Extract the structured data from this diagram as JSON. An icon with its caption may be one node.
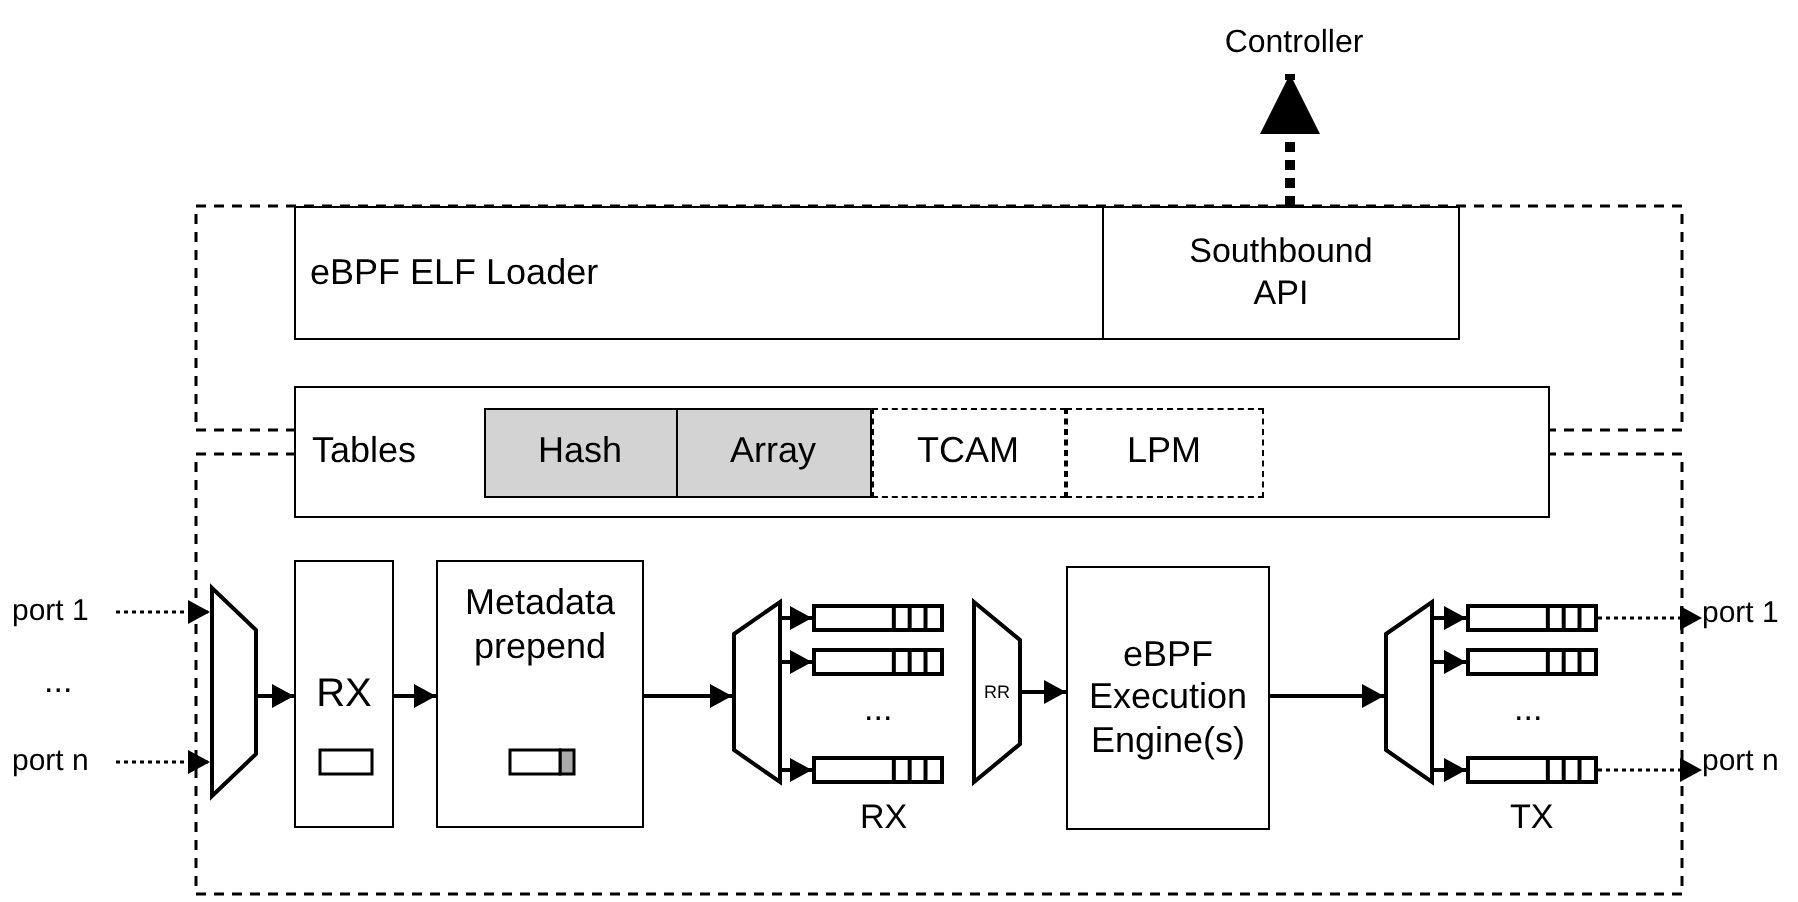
{
  "diagram": {
    "nodes": [
      {
        "text": [
          "Controller"
        ]
      },
      {
        "text": [
          "eBPF ELF Loader"
        ]
      },
      {
        "text": [
          "Southbound API"
        ]
      },
      {
        "text": [
          "Tables"
        ]
      },
      {
        "text": [
          "Hash"
        ],
        "in": 3
      },
      {
        "text": [
          "Array"
        ],
        "in": 3
      },
      {
        "text": [
          "TCAM"
        ],
        "in": 3
      },
      {
        "text": [
          "LPM"
        ],
        "in": 3
      },
      {
        "text": [
          "port 1"
        ]
      },
      {
        "text": [
          "port n"
        ]
      },
      {
        "text": [],
        "shape": "trapezoid"
      },
      {
        "text": [
          "RX"
        ]
      },
      {
        "text": [
          "Metadata prepend"
        ]
      },
      {
        "text": [],
        "shape": "trapezoid"
      },
      {
        "text": [],
        "shape": "box"
      },
      {
        "text": [],
        "shape": "box"
      },
      {
        "text": [],
        "shape": "box"
      },
      {
        "text": [
          "RR"
        ]
      },
      {
        "text": [
          "eBPF Execution Engine(s)"
        ]
      },
      {
        "text": [],
        "shape": "trapezoid"
      },
      {
        "text": [],
        "shape": "box"
      },
      {
        "text": [],
        "shape": "box"
      },
      {
        "text": [],
        "shape": "box"
      },
      {
        "text": [
          "port 1"
        ]
      },
      {
        "text": [
          "port n"
        ]
      }
    ],
    "edges": [
      {
        "from": 2,
        "to": 0,
        "arrow": "to",
        "style": "dashed"
      },
      {
        "from": 8,
        "to": 10,
        "arrow": "to",
        "style": "dashed"
      },
      {
        "from": 9,
        "to": 10,
        "arrow": "to",
        "style": "dashed"
      },
      {
        "from": 10,
        "to": 11,
        "arrow": "to"
      },
      {
        "from": 11,
        "to": 12,
        "arrow": "to"
      },
      {
        "from": 12,
        "to": 13,
        "arrow": "to"
      },
      {
        "from": 13,
        "to": 14,
        "arrow": "to"
      },
      {
        "from": 13,
        "to": 15,
        "arrow": "to"
      },
      {
        "from": 13,
        "to": 16,
        "arrow": "to"
      },
      {
        "from": 17,
        "to": 18,
        "arrow": "to"
      },
      {
        "from": 18,
        "to": 19,
        "arrow": "to"
      },
      {
        "from": 19,
        "to": 20,
        "arrow": "to"
      },
      {
        "from": 19,
        "to": 21,
        "arrow": "to"
      },
      {
        "from": 19,
        "to": 22,
        "arrow": "to"
      },
      {
        "from": 20,
        "to": 23,
        "arrow": "to",
        "style": "dashed"
      },
      {
        "from": 22,
        "to": 24,
        "arrow": "to",
        "style": "dashed"
      }
    ],
    "labels": [
      "...",
      "...",
      "RX",
      "...",
      "TX"
    ]
  }
}
